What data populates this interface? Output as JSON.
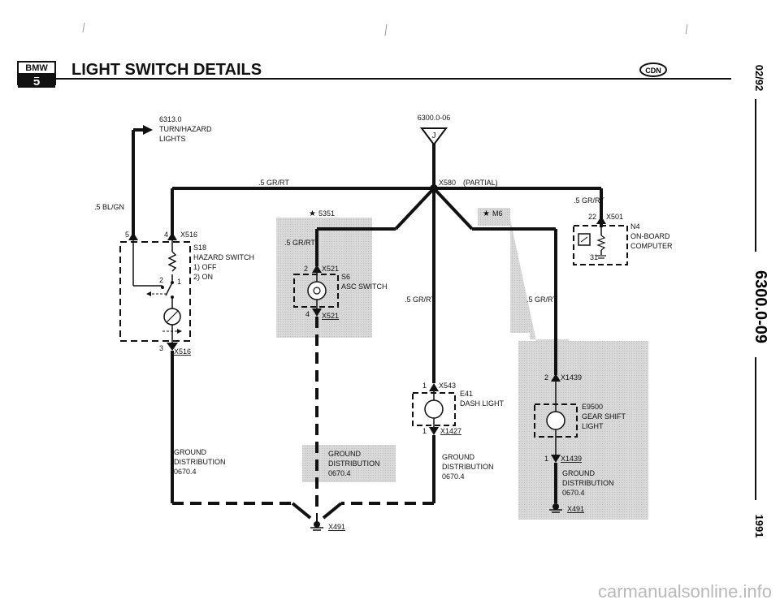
{
  "header": {
    "badge_top": "BMW",
    "badge_bottom": "5",
    "title": "LIGHT SWITCH DETAILS",
    "oval_label": "CDN"
  },
  "side": {
    "date": "02/92",
    "doc_number": "6300.0-09",
    "year": "1991"
  },
  "footer": {
    "watermark": "carmanualsonline.info"
  },
  "colors": {
    "wire": "#111111",
    "shade": "#d6d6d6",
    "background": "#ffffff"
  },
  "references": {
    "turn_hazard_page": "6313.0",
    "turn_hazard_line1": "TURN/HAZARD",
    "turn_hazard_line2": "LIGHTS",
    "top_ref_page": "6300.0-06",
    "top_ref_letter": "J"
  },
  "splice": {
    "id": "X580",
    "note": "(PARTIAL)"
  },
  "wires": {
    "top_bus": ".5 GR/RT",
    "left_feed": ".5 BL/GN",
    "obc_feed": ".5 GR/RT",
    "asc_feed": ".5 GR/RT",
    "dash_feed": ".5 GR/RT",
    "gear_feed": ".5 GR/RT"
  },
  "options": {
    "asc": "5351",
    "gear": "M6"
  },
  "components": {
    "s18": {
      "id": "S18",
      "name": "HAZARD SWITCH",
      "state1": "1)  OFF",
      "state2": "2)  ON",
      "conn": "X516",
      "conn_bottom": "X516",
      "pin5": "5",
      "pin4": "4",
      "pin3": "3",
      "pos1": "1",
      "pos2": "2"
    },
    "s6": {
      "id": "S6",
      "name": "ASC SWITCH",
      "conn_top": "X521",
      "conn_bottom": "X521",
      "pin2": "2",
      "pin4": "4"
    },
    "e41": {
      "id": "E41",
      "name": "DASH LIGHT",
      "conn_top": "X543",
      "conn_bottom": "X1427",
      "pin1_top": "1",
      "pin1_bottom": "1"
    },
    "e9500": {
      "id": "E9500",
      "name_line1": "GEAR SHIFT",
      "name_line2": "LIGHT",
      "conn_top": "X1439",
      "conn_bottom": "X1439",
      "pin2": "2",
      "pin1": "1"
    },
    "n4": {
      "id": "N4",
      "name_line1": "ON-BOARD",
      "name_line2": "COMPUTER",
      "conn": "X501",
      "pin22": "22",
      "pin31": "31"
    }
  },
  "grounds": {
    "left": {
      "line1": "GROUND",
      "line2": "DISTRIBUTION",
      "line3": "0670.4"
    },
    "middle": {
      "line1": "GROUND",
      "line2": "DISTRIBUTION",
      "line3": "0670.4"
    },
    "right": {
      "line1": "GROUND",
      "line2": "DISTRIBUTION",
      "line3": "0670.4"
    },
    "gear": {
      "line1": "GROUND",
      "line2": "DISTRIBUTION",
      "line3": "0670.4",
      "conn": "X491"
    },
    "main_conn": "X491"
  }
}
